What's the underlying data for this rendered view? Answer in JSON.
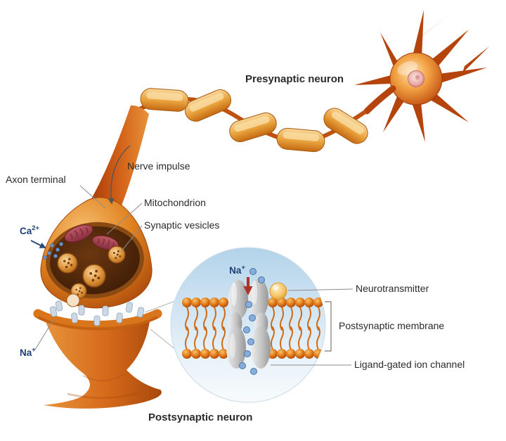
{
  "labels": {
    "presynaptic_neuron": "Presynaptic neuron",
    "postsynaptic_neuron": "Postsynaptic neuron",
    "nerve_impulse": "Nerve impulse",
    "axon_terminal": "Axon terminal",
    "mitochondrion": "Mitochondrion",
    "synaptic_vesicles": "Synaptic vesicles",
    "neurotransmitter": "Neurotransmitter",
    "postsynaptic_membrane": "Postsynaptic membrane",
    "ligand_gated_ion_channel": "Ligand-gated ion channel"
  },
  "ions": {
    "calcium_symbol": "Ca",
    "calcium_charge": "2+",
    "sodium_symbol": "Na",
    "sodium_charge": "+"
  },
  "colors": {
    "text_dark": "#2b2b2b",
    "ion_label_navy": "#1e3f76",
    "leader_gray": "#8c8c8c",
    "neuron_dark": "#b5430c",
    "ion_blue": "#85aedd",
    "arrow_red": "#b0312a"
  }
}
